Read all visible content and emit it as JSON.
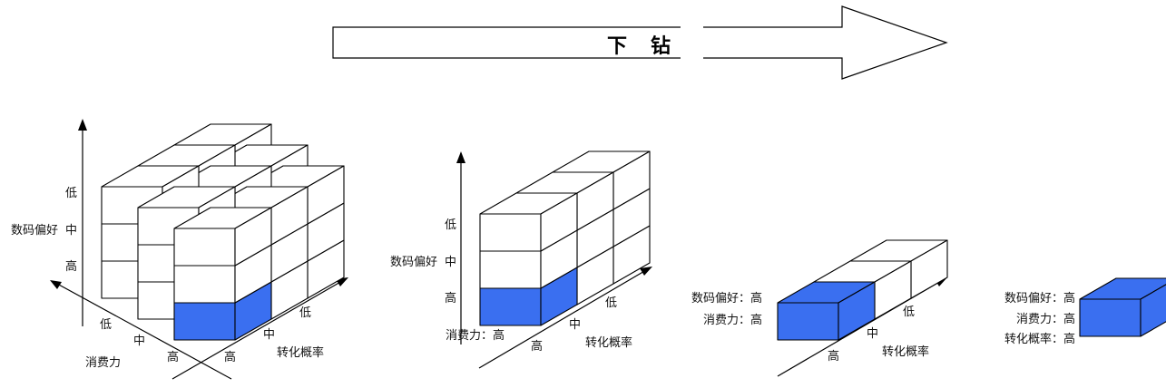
{
  "arrow_label": "下　钻",
  "colors": {
    "highlight": "#3a6ff0",
    "face": "#ffffff",
    "stroke": "#000000"
  },
  "stage1": {
    "y_ticks": [
      "低",
      "中",
      "高"
    ],
    "y_axis": "数码偏好",
    "x_ticks": [
      "低",
      "中",
      "高"
    ],
    "x_axis": "消费力",
    "z_ticks": [
      "高",
      "中",
      "低"
    ],
    "z_axis": "转化概率"
  },
  "stage2": {
    "y_ticks": [
      "低",
      "中",
      "高"
    ],
    "y_axis": "数码偏好",
    "fixed": "消费力：高",
    "z_ticks": [
      "高",
      "中",
      "低"
    ],
    "z_axis": "转化概率"
  },
  "stage3": {
    "fixed1": "数码偏好：高",
    "fixed2": "消费力：高",
    "z_ticks": [
      "高",
      "中",
      "低"
    ],
    "z_axis": "转化概率"
  },
  "stage4": {
    "line1": "数码偏好：高",
    "line2": "消费力：高",
    "line3": "转化概率：高"
  }
}
